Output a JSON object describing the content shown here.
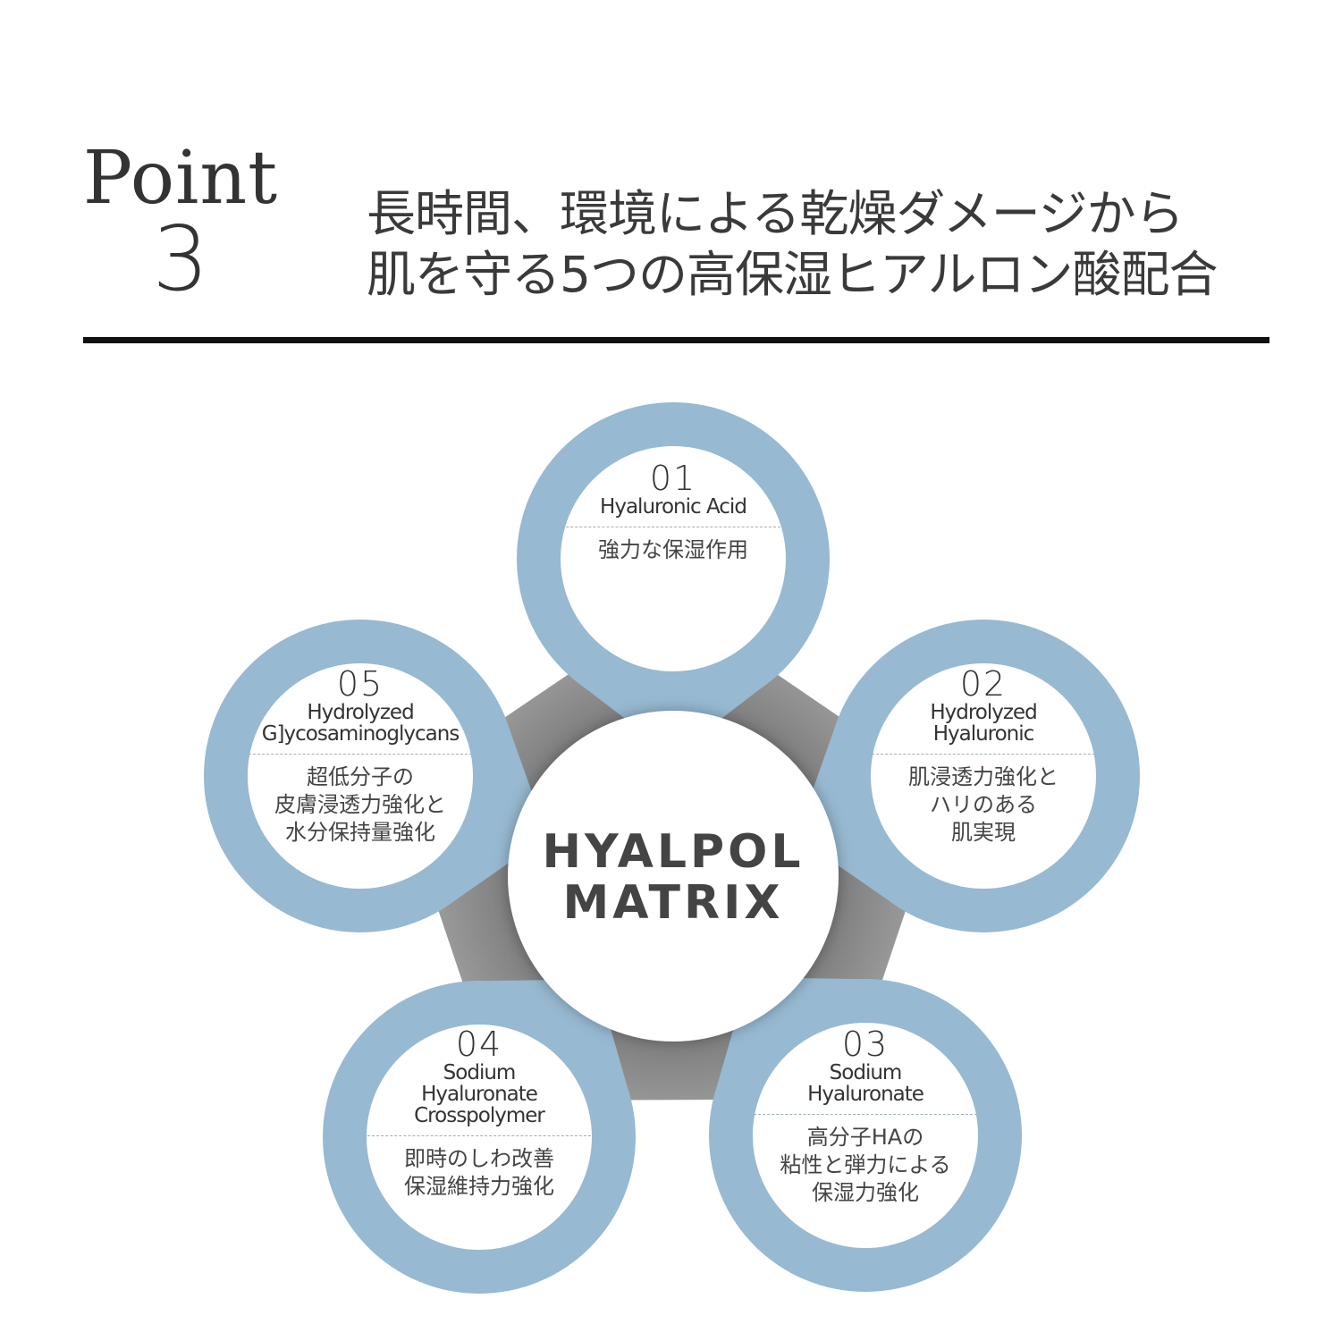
{
  "header": {
    "point_word": "Point",
    "point_number": "3",
    "headline_line1": "長時間、環境による乾燥ダメージから",
    "headline_line2": "肌を守る5つの高保湿ヒアルロン酸配合"
  },
  "colors": {
    "ring": "#97b9d1",
    "pentagon": "#a9a9a9",
    "text": "#3a3a3a",
    "rule": "#111111"
  },
  "center": {
    "line1": "HYALPOL",
    "line2": "MATRIX"
  },
  "nodes": [
    {
      "number": "01",
      "name": "Hyaluronic Acid",
      "benefit": "強力な保湿作用"
    },
    {
      "number": "02",
      "name": "Hydrolyzed\nHyaluronic",
      "benefit": "肌浸透力強化と\nハリのある\n肌実現"
    },
    {
      "number": "03",
      "name": "Sodium\nHyaluronate",
      "benefit": "高分子HAの\n粘性と弾力による\n保湿力強化"
    },
    {
      "number": "04",
      "name": "Sodium\nHyaluronate\nCrosspolymer",
      "benefit": "即時のしわ改善\n保湿維持力強化"
    },
    {
      "number": "05",
      "name": "Hydrolyzed\nG]ycosaminoglycans",
      "benefit": "超低分子の\n皮膚浸透力強化と\n水分保持量強化"
    }
  ]
}
